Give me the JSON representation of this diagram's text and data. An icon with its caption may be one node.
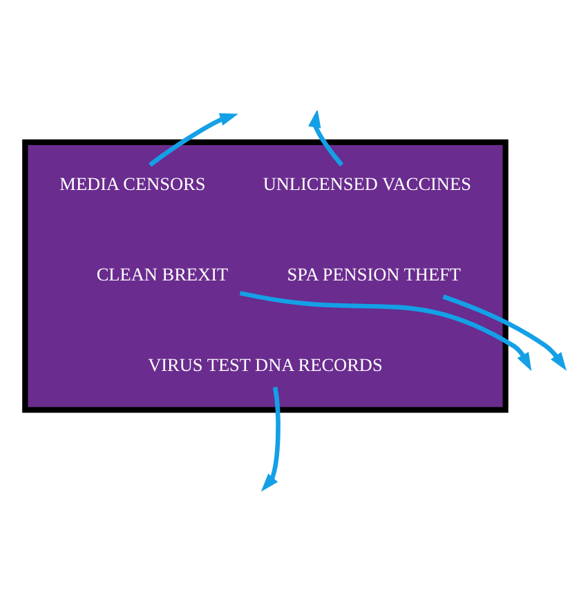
{
  "diagram": {
    "nodes": [
      {
        "text": [],
        "shape": "pentagon"
      },
      {
        "text": [
          "MEDIA CENSORS"
        ],
        "in": 0
      },
      {
        "text": [
          "UNLICENSED VACCINES"
        ],
        "in": 0
      },
      {
        "text": [
          "SPA PENSION THEFT"
        ],
        "in": 0
      },
      {
        "text": [
          "CLEAN BREXIT"
        ],
        "in": 0
      },
      {
        "text": [
          "VIRUS TEST DNA RECORDS"
        ],
        "in": 0
      }
    ],
    "edges": [
      {
        "from": 1,
        "to": null,
        "arrow": "to"
      },
      {
        "from": 2,
        "to": null,
        "arrow": "to"
      },
      {
        "from": 3,
        "to": null,
        "arrow": "to"
      },
      {
        "from": 4,
        "to": null,
        "arrow": "to"
      },
      {
        "from": 5,
        "to": null,
        "arrow": "to"
      }
    ]
  }
}
